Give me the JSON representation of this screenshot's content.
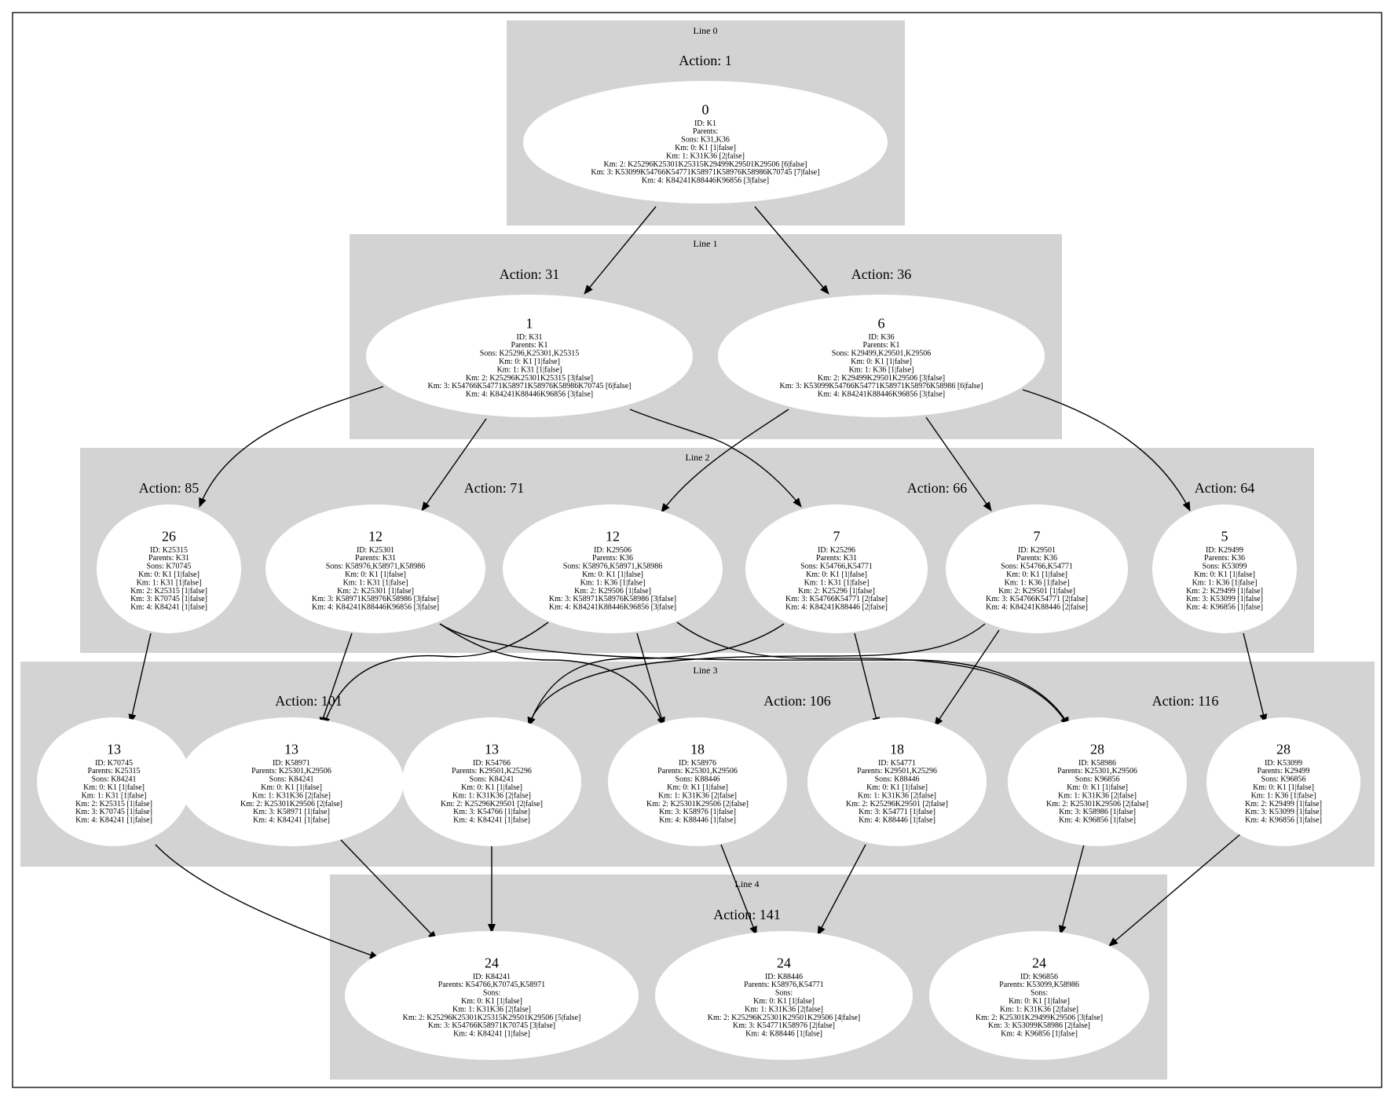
{
  "colors": {
    "band": "#d3d3d3",
    "node": "#ffffff",
    "edge": "#000000",
    "frame": "#000000",
    "background": "#ffffff"
  },
  "lines": [
    {
      "id": "line0",
      "label": "Line 0"
    },
    {
      "id": "line1",
      "label": "Line 1"
    },
    {
      "id": "line2",
      "label": "Line 2"
    },
    {
      "id": "line3",
      "label": "Line 3"
    },
    {
      "id": "line4",
      "label": "Line 4"
    }
  ],
  "actions": [
    {
      "id": "a1",
      "label": "Action: 1"
    },
    {
      "id": "a31",
      "label": "Action: 31"
    },
    {
      "id": "a36",
      "label": "Action: 36"
    },
    {
      "id": "a85",
      "label": "Action: 85"
    },
    {
      "id": "a71",
      "label": "Action: 71"
    },
    {
      "id": "a66",
      "label": "Action: 66"
    },
    {
      "id": "a64",
      "label": "Action: 64"
    },
    {
      "id": "a101",
      "label": "Action: 101"
    },
    {
      "id": "a106",
      "label": "Action: 106"
    },
    {
      "id": "a116",
      "label": "Action: 116"
    },
    {
      "id": "a141",
      "label": "Action: 141"
    }
  ],
  "nodes": [
    {
      "id": "K1",
      "title": "0",
      "lines": [
        "ID: K1",
        "Parents:",
        "Sons: K31,K36",
        "Km: 0: K1 [1|false]",
        "Km: 1: K31K36 [2|false]",
        "Km: 2: K25296K25301K25315K29499K29501K29506 [6|false]",
        "Km: 3: K53099K54766K54771K58971K58976K58986K70745 [7|false]",
        "Km: 4: K84241K88446K96856 [3|false]"
      ]
    },
    {
      "id": "K31",
      "title": "1",
      "lines": [
        "ID: K31",
        "Parents: K1",
        "Sons: K25296,K25301,K25315",
        "Km: 0: K1 [1|false]",
        "Km: 1: K31 [1|false]",
        "Km: 2: K25296K25301K25315 [3|false]",
        "Km: 3: K54766K54771K58971K58976K58986K70745 [6|false]",
        "Km: 4: K84241K88446K96856 [3|false]"
      ]
    },
    {
      "id": "K36",
      "title": "6",
      "lines": [
        "ID: K36",
        "Parents: K1",
        "Sons: K29499,K29501,K29506",
        "Km: 0: K1 [1|false]",
        "Km: 1: K36 [1|false]",
        "Km: 2: K29499K29501K29506 [3|false]",
        "Km: 3: K53099K54766K54771K58971K58976K58986 [6|false]",
        "Km: 4: K84241K88446K96856 [3|false]"
      ]
    },
    {
      "id": "K25315",
      "title": "26",
      "lines": [
        "ID: K25315",
        "Parents: K31",
        "Sons: K70745",
        "Km: 0: K1 [1|false]",
        "Km: 1: K31 [1|false]",
        "Km: 2: K25315 [1|false]",
        "Km: 3: K70745 [1|false]",
        "Km: 4: K84241 [1|false]"
      ]
    },
    {
      "id": "K25301",
      "title": "12",
      "lines": [
        "ID: K25301",
        "Parents: K31",
        "Sons: K58976,K58971,K58986",
        "Km: 0: K1 [1|false]",
        "Km: 1: K31 [1|false]",
        "Km: 2: K25301 [1|false]",
        "Km: 3: K58971K58976K58986 [3|false]",
        "Km: 4: K84241K88446K96856 [3|false]"
      ]
    },
    {
      "id": "K29506",
      "title": "12",
      "lines": [
        "ID: K29506",
        "Parents: K36",
        "Sons: K58976,K58971,K58986",
        "Km: 0: K1 [1|false]",
        "Km: 1: K36 [1|false]",
        "Km: 2: K29506 [1|false]",
        "Km: 3: K58971K58976K58986 [3|false]",
        "Km: 4: K84241K88446K96856 [3|false]"
      ]
    },
    {
      "id": "K25296",
      "title": "7",
      "lines": [
        "ID: K25296",
        "Parents: K31",
        "Sons: K54766,K54771",
        "Km: 0: K1 [1|false]",
        "Km: 1: K31 [1|false]",
        "Km: 2: K25296 [1|false]",
        "Km: 3: K54766K54771 [2|false]",
        "Km: 4: K84241K88446 [2|false]"
      ]
    },
    {
      "id": "K29501",
      "title": "7",
      "lines": [
        "ID: K29501",
        "Parents: K36",
        "Sons: K54766,K54771",
        "Km: 0: K1 [1|false]",
        "Km: 1: K36 [1|false]",
        "Km: 2: K29501 [1|false]",
        "Km: 3: K54766K54771 [2|false]",
        "Km: 4: K84241K88446 [2|false]"
      ]
    },
    {
      "id": "K29499",
      "title": "5",
      "lines": [
        "ID: K29499",
        "Parents: K36",
        "Sons: K53099",
        "Km: 0: K1 [1|false]",
        "Km: 1: K36 [1|false]",
        "Km: 2: K29499 [1|false]",
        "Km: 3: K53099 [1|false]",
        "Km: 4: K96856 [1|false]"
      ]
    },
    {
      "id": "K70745",
      "title": "13",
      "lines": [
        "ID: K70745",
        "Parents: K25315",
        "Sons: K84241",
        "Km: 0: K1 [1|false]",
        "Km: 1: K31 [1|false]",
        "Km: 2: K25315 [1|false]",
        "Km: 3: K70745 [1|false]",
        "Km: 4: K84241 [1|false]"
      ]
    },
    {
      "id": "K58971",
      "title": "13",
      "lines": [
        "ID: K58971",
        "Parents: K25301,K29506",
        "Sons: K84241",
        "Km: 0: K1 [1|false]",
        "Km: 1: K31K36 [2|false]",
        "Km: 2: K25301K29506 [2|false]",
        "Km: 3: K58971 [1|false]",
        "Km: 4: K84241 [1|false]"
      ]
    },
    {
      "id": "K54766",
      "title": "13",
      "lines": [
        "ID: K54766",
        "Parents: K29501,K25296",
        "Sons: K84241",
        "Km: 0: K1 [1|false]",
        "Km: 1: K31K36 [2|false]",
        "Km: 2: K25296K29501 [2|false]",
        "Km: 3: K54766 [1|false]",
        "Km: 4: K84241 [1|false]"
      ]
    },
    {
      "id": "K58976",
      "title": "18",
      "lines": [
        "ID: K58976",
        "Parents: K25301,K29506",
        "Sons: K88446",
        "Km: 0: K1 [1|false]",
        "Km: 1: K31K36 [2|false]",
        "Km: 2: K25301K29506 [2|false]",
        "Km: 3: K58976 [1|false]",
        "Km: 4: K88446 [1|false]"
      ]
    },
    {
      "id": "K54771",
      "title": "18",
      "lines": [
        "ID: K54771",
        "Parents: K29501,K25296",
        "Sons: K88446",
        "Km: 0: K1 [1|false]",
        "Km: 1: K31K36 [2|false]",
        "Km: 2: K25296K29501 [2|false]",
        "Km: 3: K54771 [1|false]",
        "Km: 4: K88446 [1|false]"
      ]
    },
    {
      "id": "K58986",
      "title": "28",
      "lines": [
        "ID: K58986",
        "Parents: K25301,K29506",
        "Sons: K96856",
        "Km: 0: K1 [1|false]",
        "Km: 1: K31K36 [2|false]",
        "Km: 2: K25301K29506 [2|false]",
        "Km: 3: K58986 [1|false]",
        "Km: 4: K96856 [1|false]"
      ]
    },
    {
      "id": "K53099",
      "title": "28",
      "lines": [
        "ID: K53099",
        "Parents: K29499",
        "Sons: K96856",
        "Km: 0: K1 [1|false]",
        "Km: 1: K36 [1|false]",
        "Km: 2: K29499 [1|false]",
        "Km: 3: K53099 [1|false]",
        "Km: 4: K96856 [1|false]"
      ]
    },
    {
      "id": "K84241",
      "title": "24",
      "lines": [
        "ID: K84241",
        "Parents: K54766,K70745,K58971",
        "Sons:",
        "Km: 0: K1 [1|false]",
        "Km: 1: K31K36 [2|false]",
        "Km: 2: K25296K25301K25315K29501K29506 [5|false]",
        "Km: 3: K54766K58971K70745 [3|false]",
        "Km: 4: K84241 [1|false]"
      ]
    },
    {
      "id": "K88446",
      "title": "24",
      "lines": [
        "ID: K88446",
        "Parents: K58976,K54771",
        "Sons:",
        "Km: 0: K1 [1|false]",
        "Km: 1: K31K36 [2|false]",
        "Km: 2: K25296K25301K29501K29506 [4|false]",
        "Km: 3: K54771K58976 [2|false]",
        "Km: 4: K88446 [1|false]"
      ]
    },
    {
      "id": "K96856",
      "title": "24",
      "lines": [
        "ID: K96856",
        "Parents: K53099,K58986",
        "Sons:",
        "Km: 0: K1 [1|false]",
        "Km: 1: K31K36 [2|false]",
        "Km: 2: K25301K29499K29506 [3|false]",
        "Km: 3: K53099K58986 [2|false]",
        "Km: 4: K96856 [1|false]"
      ]
    }
  ],
  "edges": [
    {
      "from": "K1",
      "to": "K31"
    },
    {
      "from": "K1",
      "to": "K36"
    },
    {
      "from": "K31",
      "to": "K25315"
    },
    {
      "from": "K31",
      "to": "K25301"
    },
    {
      "from": "K31",
      "to": "K25296"
    },
    {
      "from": "K36",
      "to": "K29506"
    },
    {
      "from": "K36",
      "to": "K29501"
    },
    {
      "from": "K36",
      "to": "K29499"
    },
    {
      "from": "K25315",
      "to": "K70745"
    },
    {
      "from": "K25301",
      "to": "K58971"
    },
    {
      "from": "K25301",
      "to": "K58976"
    },
    {
      "from": "K25301",
      "to": "K58986"
    },
    {
      "from": "K29506",
      "to": "K58971"
    },
    {
      "from": "K29506",
      "to": "K58976"
    },
    {
      "from": "K29506",
      "to": "K58986"
    },
    {
      "from": "K25296",
      "to": "K54766"
    },
    {
      "from": "K25296",
      "to": "K54771"
    },
    {
      "from": "K29501",
      "to": "K54766"
    },
    {
      "from": "K29501",
      "to": "K54771"
    },
    {
      "from": "K29499",
      "to": "K53099"
    },
    {
      "from": "K70745",
      "to": "K84241"
    },
    {
      "from": "K58971",
      "to": "K84241"
    },
    {
      "from": "K54766",
      "to": "K84241"
    },
    {
      "from": "K58976",
      "to": "K88446"
    },
    {
      "from": "K54771",
      "to": "K88446"
    },
    {
      "from": "K58986",
      "to": "K96856"
    },
    {
      "from": "K53099",
      "to": "K96856"
    }
  ]
}
